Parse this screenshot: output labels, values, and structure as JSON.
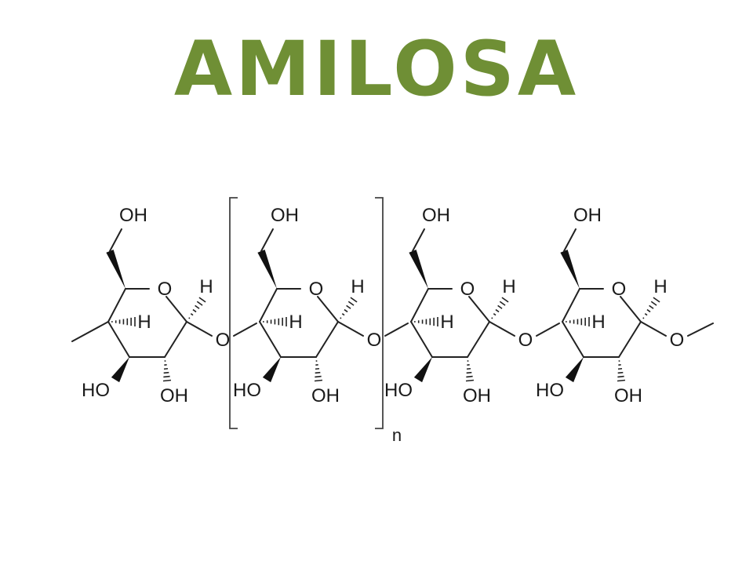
{
  "title": "AMILOSA",
  "colors": {
    "title": "#6f8f35"
  },
  "labels": {
    "oh": "OH",
    "ho": "HO",
    "h": "H",
    "o": "O",
    "n": "n"
  },
  "units": 4,
  "bracket_units": [
    1
  ]
}
